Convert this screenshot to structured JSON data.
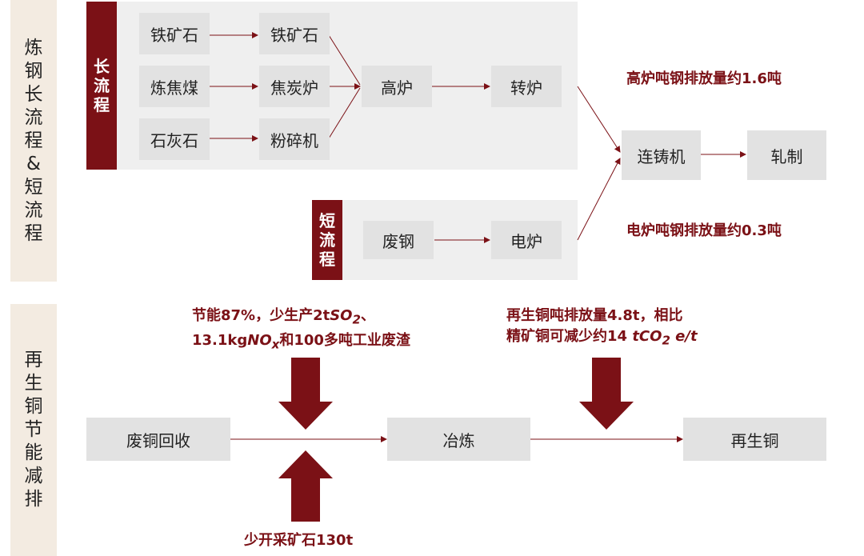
{
  "side_labels": {
    "top": "炼钢长流程&短流程",
    "bottom": "再生铜节能减排"
  },
  "long_process": {
    "tag": "长流程",
    "inputs": [
      "铁矿石",
      "炼焦煤",
      "石灰石"
    ],
    "stages": [
      "铁矿石",
      "焦炭炉",
      "粉碎机"
    ],
    "blast_furnace": "高炉",
    "converter": "转炉"
  },
  "short_process": {
    "tag": "短流程",
    "scrap": "废钢",
    "electric_furnace": "电炉"
  },
  "outputs": {
    "caster": "连铸机",
    "rolling": "轧制"
  },
  "emissions": {
    "blast": "高炉吨钢排放量约1.6吨",
    "electric": "电炉吨钢排放量约0.3吨"
  },
  "copper": {
    "recycle": "废铜回收",
    "smelt": "冶炼",
    "recycled_copper": "再生铜",
    "note_left_1": "节能87%，少生产2t",
    "note_left_so2": "SO",
    "note_left_so2_sub": "2",
    "note_left_sep": "、",
    "note_left_2": "13.1kg",
    "note_left_nox": "NO",
    "note_left_nox_sub": "x",
    "note_left_3": "和100多吨工业废渣",
    "note_right_1": "再生铜吨排放量4.8t，相比",
    "note_right_2": "精矿铜可减少约14 ",
    "note_right_co2": "tCO",
    "note_right_co2_sub": "2",
    "note_right_unit": " e/t",
    "note_bottom": "少开采矿石130t"
  },
  "colors": {
    "accent": "#7b1116",
    "panel": "#efefef",
    "box": "#e2e2e2",
    "side": "#f3ebe1"
  }
}
